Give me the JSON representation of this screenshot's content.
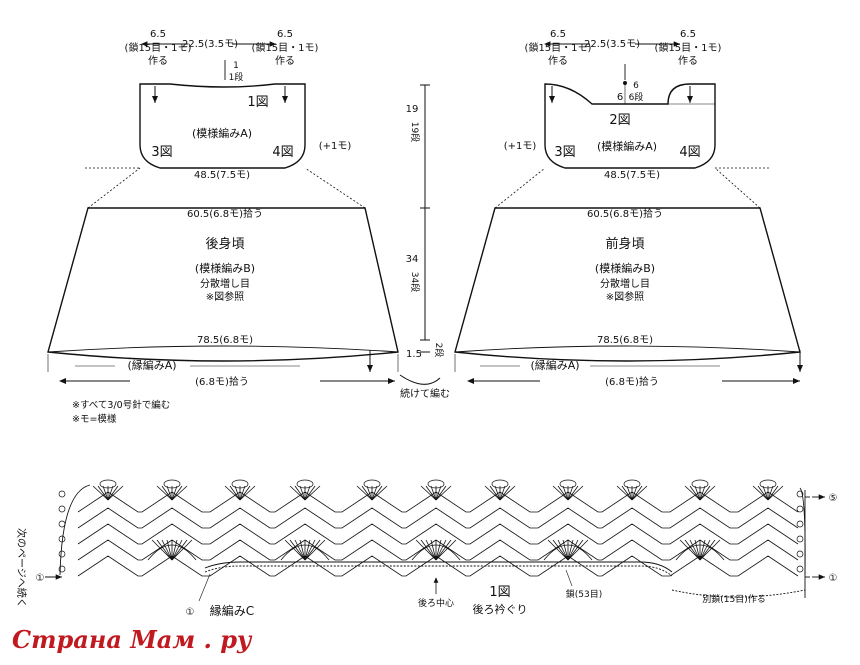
{
  "top_dims": {
    "side_value": "6.5",
    "side_note": "(鎖15目・1モ)",
    "side_action": "作る",
    "center": "22.5(3.5モ)"
  },
  "back": {
    "neck_rows": "1段",
    "neck_rows_top": "1",
    "fig1": "1図",
    "fig3": "3図",
    "fig4": "4図",
    "pattern_a": "(模様編みA)",
    "plus1": "(+1モ)",
    "w1": "48.5(7.5モ)",
    "w2": "60.5(6.8モ)拾う",
    "title": "後身頃",
    "pattern_b": "(模様編みB)",
    "increase": "分散増し目",
    "ref": "※図参照",
    "w3": "78.5(6.8モ)",
    "edge": "(縁編みA)",
    "w4": "(6.8モ)拾う"
  },
  "front": {
    "neck_dim": "6",
    "neck_rows": "6段",
    "neck_rows_top": "6",
    "fig2": "2図",
    "fig3": "3図",
    "fig4": "4図",
    "pattern_a": "(模様編みA)",
    "plus1": "(+1モ)",
    "w1": "48.5(7.5モ)",
    "w2": "60.5(6.8モ)拾う",
    "title": "前身頃",
    "pattern_b": "(模様編みB)",
    "increase": "分散増し目",
    "ref": "※図参照",
    "w3": "78.5(6.8モ)",
    "edge": "(縁編みA)",
    "w4": "(6.8モ)拾う"
  },
  "vertical": {
    "v1": "19",
    "v1_rows": "19段",
    "v2": "34",
    "v2_rows": "34段",
    "v3": "1.5",
    "v3_rows": "2段",
    "continue": "続けて編む"
  },
  "notes": {
    "n1": "※すべて3/0号針で編む",
    "n2": "※モ=模様"
  },
  "bottom": {
    "fig": "1図",
    "subtitle": "後ろ衿ぐり",
    "center": "後ろ中心",
    "chain": "鎖(53目)",
    "edge_c": "縁編みC",
    "edge_c_num": "①",
    "right_chain": "別鎖(15目)作る",
    "left_marker": "①",
    "right_marker_top": "⑤",
    "right_marker_bottom": "①",
    "side_text": "次のページへ続く"
  },
  "watermark": "Страна Мам . ру"
}
